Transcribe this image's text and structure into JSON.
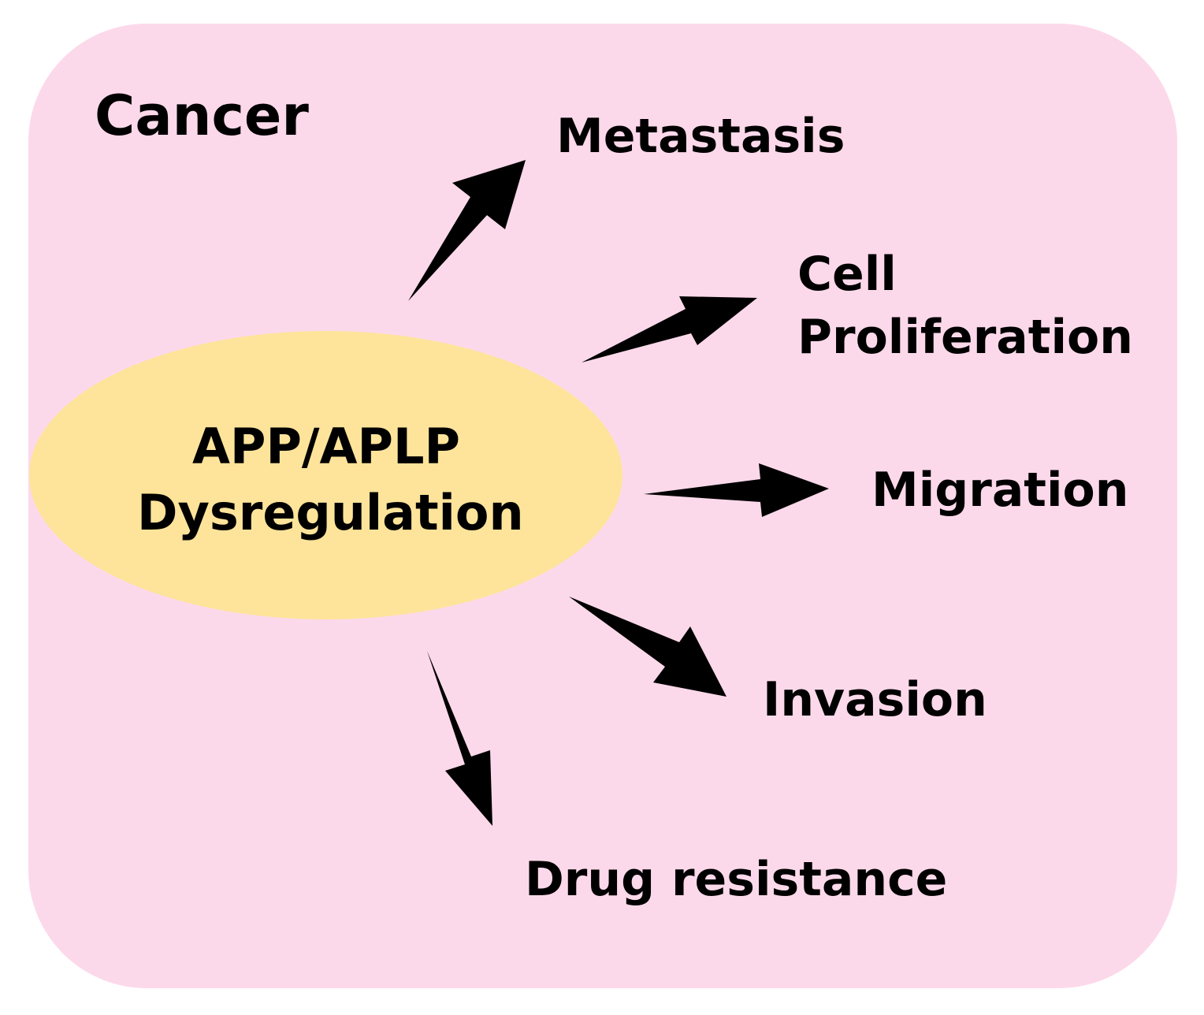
{
  "panel": {
    "title": "Cancer",
    "fill_color": "#fcd9ea"
  },
  "source": {
    "line1": "APP/APLP",
    "line2": "Dysregulation",
    "fill_color": "#fde49a"
  },
  "outcomes": {
    "metastasis": "Metastasis",
    "cell_proliferation_line1": "Cell",
    "cell_proliferation_line2": "Proliferation",
    "migration": "Migration",
    "invasion": "Invasion",
    "drug_resistance": "Drug resistance"
  },
  "arrow_color": "#000000"
}
